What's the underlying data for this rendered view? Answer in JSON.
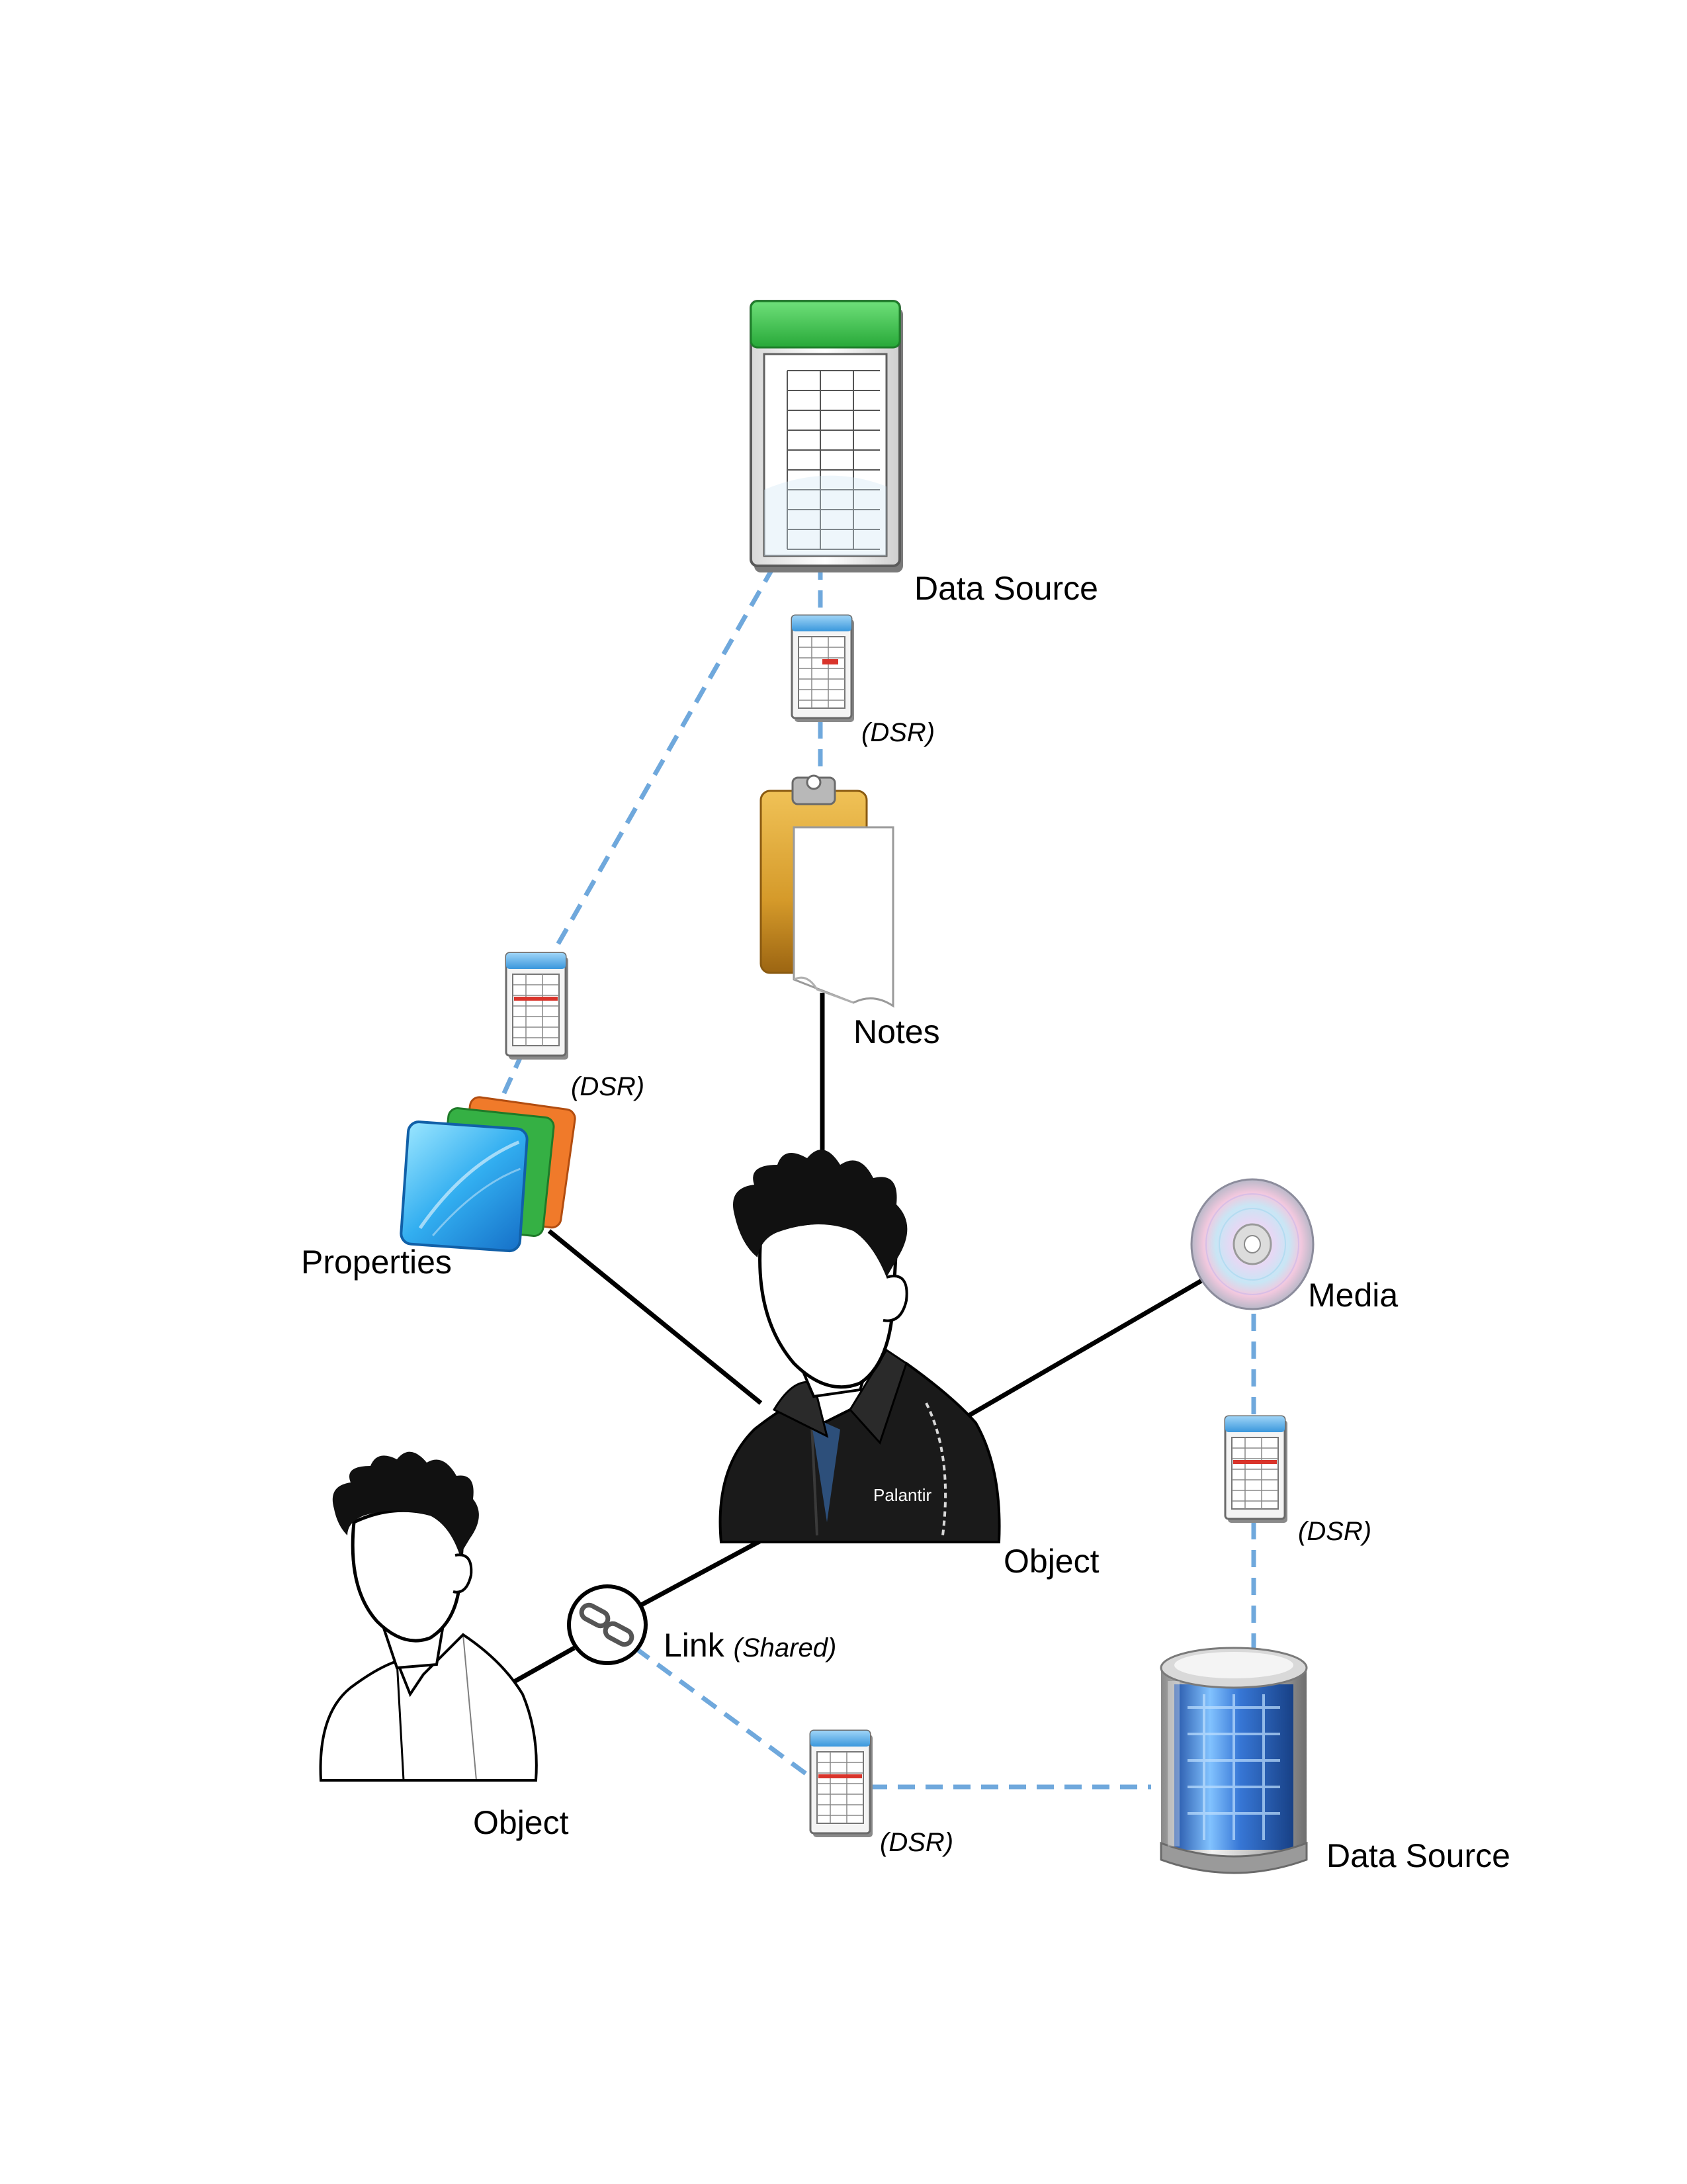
{
  "nodes": {
    "data_source_top": {
      "label": "Data Source",
      "icon": "spreadsheet-icon"
    },
    "notes": {
      "label": "Notes",
      "icon": "clipboard-icon"
    },
    "properties": {
      "label": "Properties",
      "icon": "cards-icon"
    },
    "media": {
      "label": "Media",
      "icon": "disc-icon"
    },
    "object_main": {
      "label": "Object",
      "icon": "person-palantir-icon",
      "badge": "Palantir"
    },
    "object_secondary": {
      "label": "Object",
      "icon": "person-outline-icon"
    },
    "link": {
      "label": "Link",
      "qualifier": "(Shared)",
      "icon": "chain-link-icon"
    },
    "data_source_bottom": {
      "label": "Data Source",
      "icon": "database-cylinder-icon"
    }
  },
  "dsr_records": [
    {
      "label": "(DSR)",
      "icon": "dsr-record-icon"
    },
    {
      "label": "(DSR)",
      "icon": "dsr-record-icon"
    },
    {
      "label": "(DSR)",
      "icon": "dsr-record-icon"
    },
    {
      "label": "(DSR)",
      "icon": "dsr-record-icon"
    }
  ],
  "colors": {
    "solid_edge": "#000000",
    "dashed_edge": "#6fa8dc",
    "spreadsheet_header": "#3bc34a",
    "dsr_header": "#4aa8e8",
    "dsr_highlight": "#d9342b",
    "clipboard": "#d9a232",
    "properties_front": "#3cb4f0",
    "properties_mid": "#35b044",
    "properties_back": "#f07a2a",
    "database_glass": "#3a7ad8",
    "jacket": "#1a1a1a"
  }
}
